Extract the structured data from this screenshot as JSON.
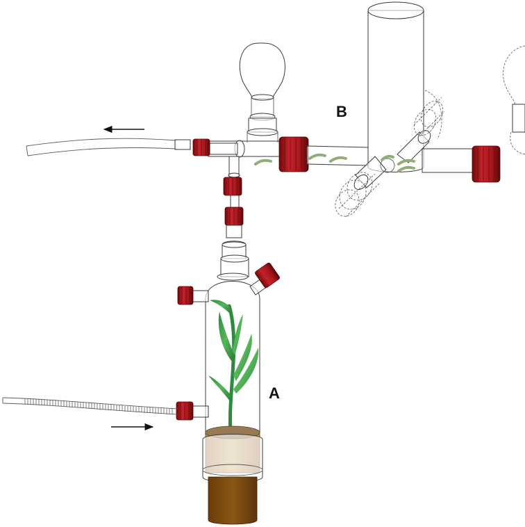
{
  "labels": {
    "chamber_a": "A",
    "vessel_b": "B"
  },
  "colors": {
    "cap": "#a8161b",
    "cap_dark": "#6e0a0d",
    "plant": "#3fa34d",
    "soil": "#c9a878",
    "plug": "#7a4a12",
    "glass_line": "#3a3a3a"
  },
  "flow": {
    "outlet_direction": "left",
    "inlet_direction": "right"
  }
}
